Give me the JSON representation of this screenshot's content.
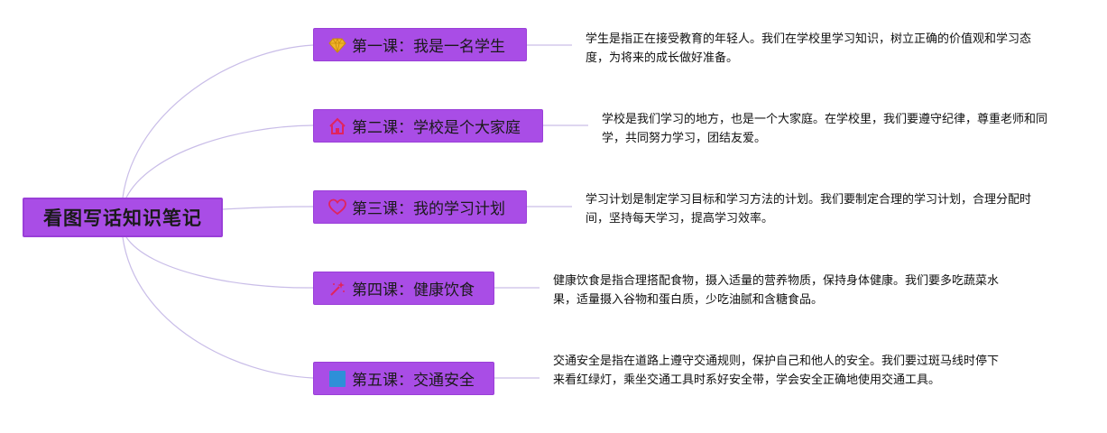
{
  "root": {
    "title": "看图写话知识笔记"
  },
  "branches": [
    {
      "label": "第一课：我是一名学生",
      "icon": "diamond-icon",
      "icon_color": "#f0b429",
      "note": "学生是指正在接受教育的年轻人。我们在学校里学习知识，树立正确的价值观和学习态度，为将来的成长做好准备。"
    },
    {
      "label": "第二课：学校是个大家庭",
      "icon": "house-icon",
      "icon_color": "#e0245e",
      "note": "学校是我们学习的地方，也是一个大家庭。在学校里，我们要遵守纪律，尊重老师和同学，共同努力学习，团结友爱。"
    },
    {
      "label": "第三课：我的学习计划",
      "icon": "heart-icon",
      "icon_color": "#e0245e",
      "note": "学习计划是制定学习目标和学习方法的计划。我们要制定合理的学习计划，合理分配时间，坚持每天学习，提高学习效率。"
    },
    {
      "label": "第四课：健康饮食",
      "icon": "magic-wand-icon",
      "icon_color": "#e0245e",
      "note": "健康饮食是指合理搭配食物，摄入适量的营养物质，保持身体健康。我们要多吃蔬菜水果，适量摄入谷物和蛋白质，少吃油腻和含糖食品。"
    },
    {
      "label": "第五课：交通安全",
      "icon": "blue-square-icon",
      "icon_color": "#2e8fd8",
      "note": "交通安全是指在道路上遵守交通规则，保护自己和他人的安全。我们要过斑马线时停下来看红绿灯，乘坐交通工具时系好安全带，学会安全正确地使用交通工具。"
    }
  ],
  "colors": {
    "node_fill": "#a94de6",
    "connector": "#c9bde8"
  }
}
